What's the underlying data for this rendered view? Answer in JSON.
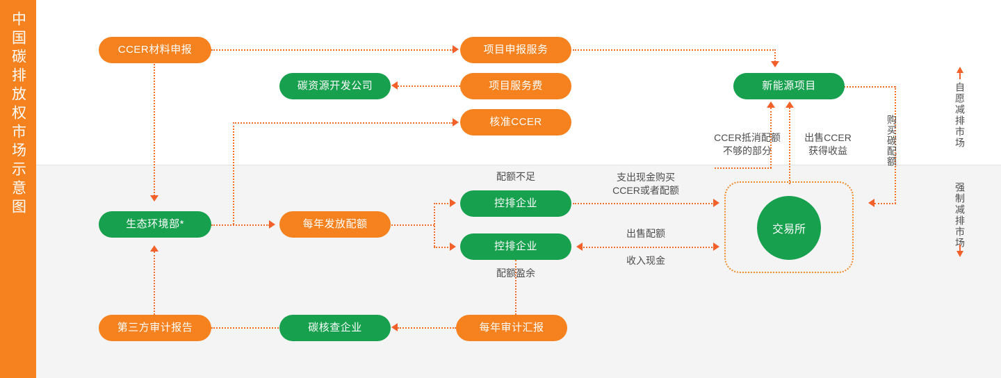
{
  "sidebar": {
    "title": "中国碳排放权市场示意图"
  },
  "bands": {
    "top_label": "自愿减排市场",
    "bottom_label": "强制减排市场",
    "top_arrow_icon": "arrow-up-icon",
    "bottom_arrow_icon": "arrow-down-icon"
  },
  "colors": {
    "orange": "#f5821f",
    "green": "#17a04e",
    "connector": "#f26f2a",
    "arrowhead": "#f4602a",
    "band_bottom": "#f4f4f4",
    "label_text": "#4d4d4d"
  },
  "nodes": {
    "ccer_material": "CCER材料申报",
    "project_declaration_service": "项目申报服务",
    "carbon_resource_dev_company": "碳资源开发公司",
    "project_service_fee": "项目服务费",
    "approved_ccer": "核准CCER",
    "new_energy_project": "新能源项目",
    "ministry_of_ecology": "生态环境部*",
    "annual_quota_issue": "每年发放配额",
    "controlled_enterprise_top": "控排企业",
    "controlled_enterprise_bottom": "控排企业",
    "exchange": "交易所",
    "third_party_audit_report": "第三方审计报告",
    "carbon_verification_company": "碳核查企业",
    "annual_audit_report": "每年审计汇报"
  },
  "edge_labels": {
    "ccer_offset_shortfall": "CCER抵消配额\n不够的部分",
    "sell_ccer_gain": "出售CCER\n获得收益",
    "buy_carbon_quota": "购买碳配额",
    "quota_shortage": "配额不足",
    "quota_surplus": "配额盈余",
    "pay_cash_buy": "支出现金购买\nCCER或者配额",
    "sell_quota": "出售配额",
    "receive_cash": "收入现金"
  }
}
